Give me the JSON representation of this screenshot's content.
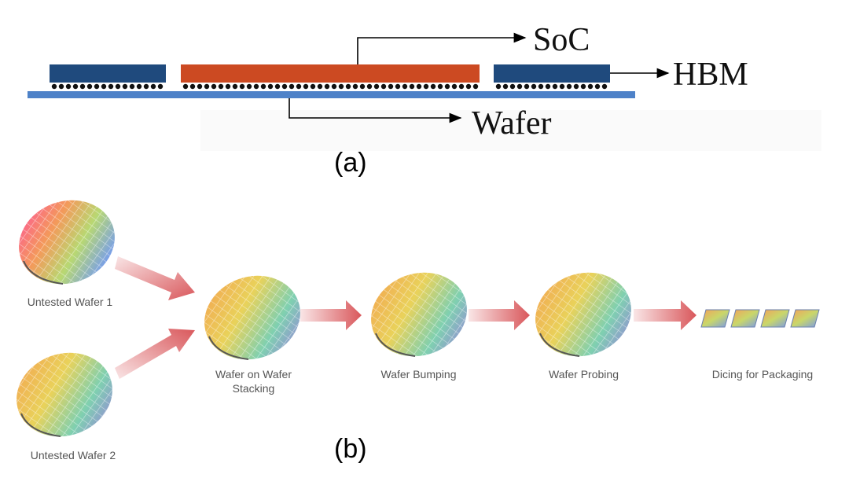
{
  "panel_a": {
    "soc_label": "SoC",
    "hbm_label": "HBM",
    "wafer_label": "Wafer",
    "caption": "(a)",
    "colors": {
      "soc": "#cc4a22",
      "hbm": "#1f4a7d",
      "wafer": "#4e82c8"
    }
  },
  "panel_b": {
    "caption": "(b)",
    "steps": {
      "untested_1": "Untested Wafer 1",
      "untested_2": "Untested Wafer 2",
      "stacking": "Wafer on Wafer Stacking",
      "bumping": "Wafer Bumping",
      "probing": "Wafer Probing",
      "dicing": "Dicing for Packaging"
    },
    "arrow_color": "#d9575b"
  }
}
